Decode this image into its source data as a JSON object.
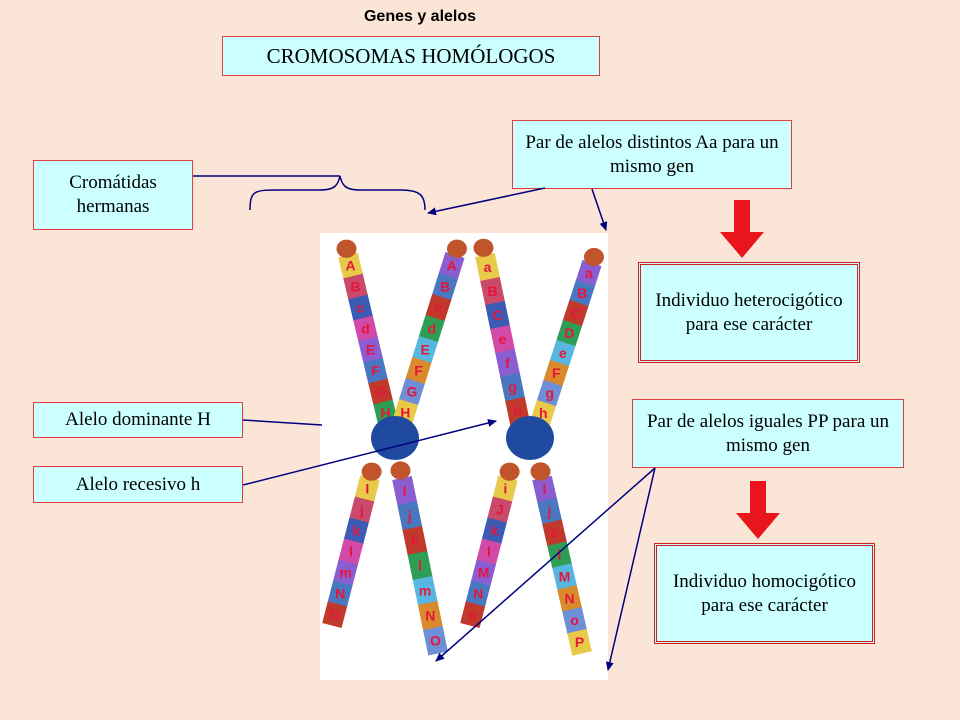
{
  "topic": "Genes y alelos",
  "title": "CROMOSOMAS HOMÓLOGOS",
  "labels": {
    "cromatidas": "Cromátidas hermanas",
    "par_distintos": "Par de alelos distintos Aa para un mismo gen",
    "heterocigotico": "Individuo heterocigótico para ese carácter",
    "alelo_dominante": "Alelo dominante H",
    "alelo_recesivo": "Alelo recesivo h",
    "par_iguales": "Par de alelos iguales PP para un mismo gen",
    "homocigotico": "Individuo homocigótico para ese carácter"
  },
  "chromosome_1": {
    "left_arm_upper": [
      "A",
      "B",
      "c",
      "d",
      "E",
      "F",
      "G",
      "H"
    ],
    "right_arm_upper": [
      "A",
      "B",
      "c",
      "d",
      "E",
      "F",
      "G",
      "H"
    ],
    "left_arm_lower": [
      "I",
      "j",
      "k",
      "l",
      "m",
      "N",
      "O"
    ],
    "right_arm_lower": [
      "I",
      "j",
      "k",
      "l",
      "m",
      "N",
      "O"
    ]
  },
  "chromosome_2": {
    "left_arm_upper": [
      "a",
      "B",
      "C",
      "e",
      "f",
      "g",
      "h"
    ],
    "right_arm_upper": [
      "a",
      "B",
      "C",
      "D",
      "e",
      "F",
      "g",
      "h"
    ],
    "left_arm_lower": [
      "i",
      "J",
      "k",
      "l",
      "M",
      "N",
      "o"
    ],
    "right_arm_lower": [
      "I",
      "j",
      "k",
      "l",
      "M",
      "N",
      "o",
      "P"
    ]
  },
  "colors": {
    "background": "#fbe5d6",
    "box_fill": "#ccffff",
    "arrow_red": "#e8161c",
    "line_navy": "#000080",
    "allele_text": "#e8143c"
  }
}
